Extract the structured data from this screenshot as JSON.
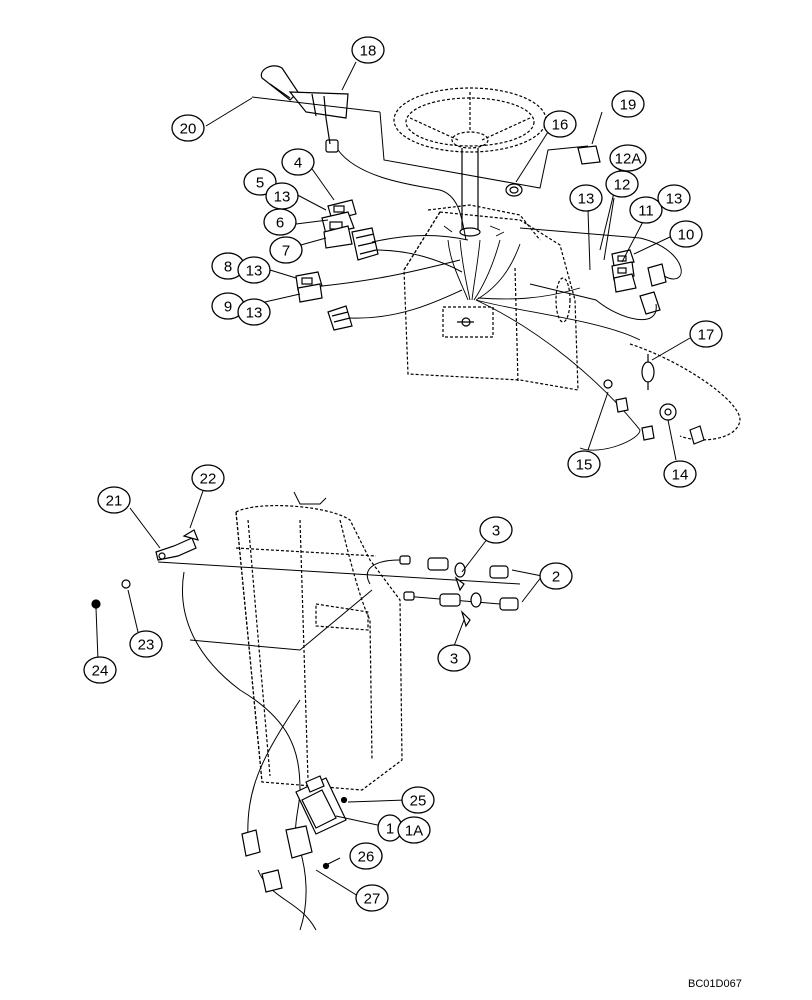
{
  "document_code": "BC01D067",
  "callouts": [
    {
      "id": "c18",
      "label": "18"
    },
    {
      "id": "c20",
      "label": "20"
    },
    {
      "id": "c16",
      "label": "16"
    },
    {
      "id": "c19",
      "label": "19"
    },
    {
      "id": "c12A",
      "label": "12A"
    },
    {
      "id": "c12",
      "label": "12"
    },
    {
      "id": "c13a",
      "label": "13"
    },
    {
      "id": "c11",
      "label": "11"
    },
    {
      "id": "c13b",
      "label": "13"
    },
    {
      "id": "c10",
      "label": "10"
    },
    {
      "id": "c4",
      "label": "4"
    },
    {
      "id": "c5",
      "label": "5"
    },
    {
      "id": "c13c",
      "label": "13"
    },
    {
      "id": "c6",
      "label": "6"
    },
    {
      "id": "c7",
      "label": "7"
    },
    {
      "id": "c8",
      "label": "8"
    },
    {
      "id": "c13d",
      "label": "13"
    },
    {
      "id": "c9",
      "label": "9"
    },
    {
      "id": "c13e",
      "label": "13"
    },
    {
      "id": "c17",
      "label": "17"
    },
    {
      "id": "c15",
      "label": "15"
    },
    {
      "id": "c14",
      "label": "14"
    },
    {
      "id": "c21",
      "label": "21"
    },
    {
      "id": "c22",
      "label": "22"
    },
    {
      "id": "c3a",
      "label": "3"
    },
    {
      "id": "c2",
      "label": "2"
    },
    {
      "id": "c3b",
      "label": "3"
    },
    {
      "id": "c23",
      "label": "23"
    },
    {
      "id": "c24",
      "label": "24"
    },
    {
      "id": "c25",
      "label": "25"
    },
    {
      "id": "c1",
      "label": "1"
    },
    {
      "id": "c1A",
      "label": "1A"
    },
    {
      "id": "c26",
      "label": "26"
    },
    {
      "id": "c27",
      "label": "27"
    }
  ]
}
